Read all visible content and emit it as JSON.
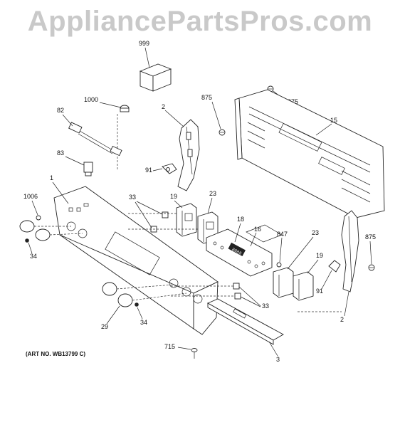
{
  "watermark": "AppliancePartsPros.com",
  "art_number": "(ART NO. WB13799 C)",
  "callouts": {
    "c999": "999",
    "c1000": "1000",
    "c82": "82",
    "c83": "83",
    "c1": "1",
    "c1006": "1006",
    "c34a": "34",
    "c2a": "2",
    "c91a": "91",
    "c875a": "875",
    "c875b": "875",
    "c875c": "875",
    "c15": "15",
    "c33a": "33",
    "c19a": "19",
    "c23a": "23",
    "c18": "18",
    "c16": "16",
    "c847": "847",
    "c23b": "23",
    "c19b": "19",
    "c91b": "91",
    "c2b": "2",
    "c33b": "33",
    "c29": "29",
    "c34b": "34",
    "c3": "3",
    "c715": "715",
    "display": "8888"
  }
}
